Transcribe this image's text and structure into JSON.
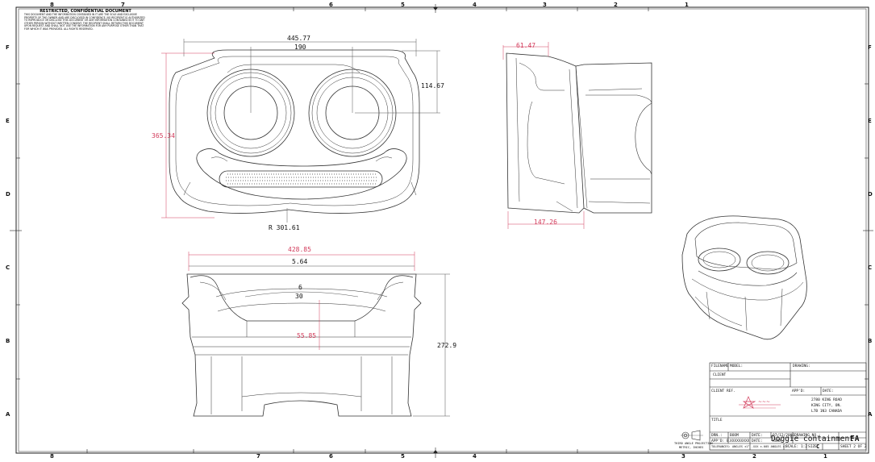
{
  "notice": {
    "heading": "RESTRICTED, CONFIDENTIAL DOCUMENT",
    "body": "THIS DOCUMENT AND THE INFORMATION CONTAINED IN IT ARE THE SOLE AND EXCLUSIVE PROPERTY OF THE OWNER AND ARE DISCLOSED IN CONFIDENCE. NO RECIPIENT IS AUTHORIZED TO REPRODUCE OR DISCLOSE THIS DOCUMENT OR ANY INFORMATION CONTAINED IN IT TO ANY OTHER PERSON WITHOUT WRITTEN CONSENT. THE RECIPIENT SHALL RETURN THIS DOCUMENT UPON REQUEST AND SHALL NOT USE THE INFORMATION FOR ANY PURPOSE OTHER THAN THAT FOR WHICH IT WAS PROVIDED. ALL RIGHTS RESERVED."
  },
  "zones": {
    "top": [
      "8",
      "7",
      "6",
      "5",
      "4",
      "3",
      "2",
      "1"
    ],
    "bottom": [
      "8",
      "7",
      "6",
      "5",
      "4",
      "3",
      "2",
      "1"
    ],
    "rows": [
      "F",
      "E",
      "D",
      "C",
      "B",
      "A"
    ]
  },
  "dimensions": {
    "top_width": "445.77",
    "bowl_spacing": "190",
    "bowl_offset": "114.67",
    "top_depth": "365.34",
    "front_radius": "R 301.61",
    "side_top": "61.47",
    "side_bottom": "147.26",
    "front_width_red": "428.85",
    "front_width": "5.64",
    "draft_a": "6",
    "draft_b": "30",
    "inner_depth": "55.85",
    "height": "272.9"
  },
  "title_block": {
    "filename_label": "FILENAME",
    "model_label": "MODEL:",
    "drawing_label": "DRAWING:",
    "client_label": "CLIENT",
    "client_ref_label": "CLIENT REF.",
    "appd_label": "APP'D:",
    "date_label": "DATE:",
    "address": [
      "2780 KING ROAD",
      "KING CITY, ON.",
      "L7B 1N3 CANADA"
    ],
    "title_label": "TITLE",
    "title": "Doggie containment",
    "drn_label": "DRN.:",
    "drn_value": "BOOM",
    "date_field": "DATE:",
    "date_value": "07/12/2006",
    "drawing_no_label": "DRAWING NO.:",
    "appd2_label": "APP'D: B.",
    "appd2_value": "XXXXXXXXX",
    "date2_label": "DATE:",
    "date2_value": "XXXX",
    "rev_code": "FA",
    "tolerances": "TOLERANCES: ANGLES ±1°  .XXX ±.005  ANGLES ±1°",
    "scale": "SCALE: 1:2",
    "size_label": "SIZE:",
    "size_value": "C",
    "sheet": "SHEET 2 OF 2",
    "projection": "THIRD ANGLE PROJECTION",
    "units": "METRIC, INCHES"
  }
}
